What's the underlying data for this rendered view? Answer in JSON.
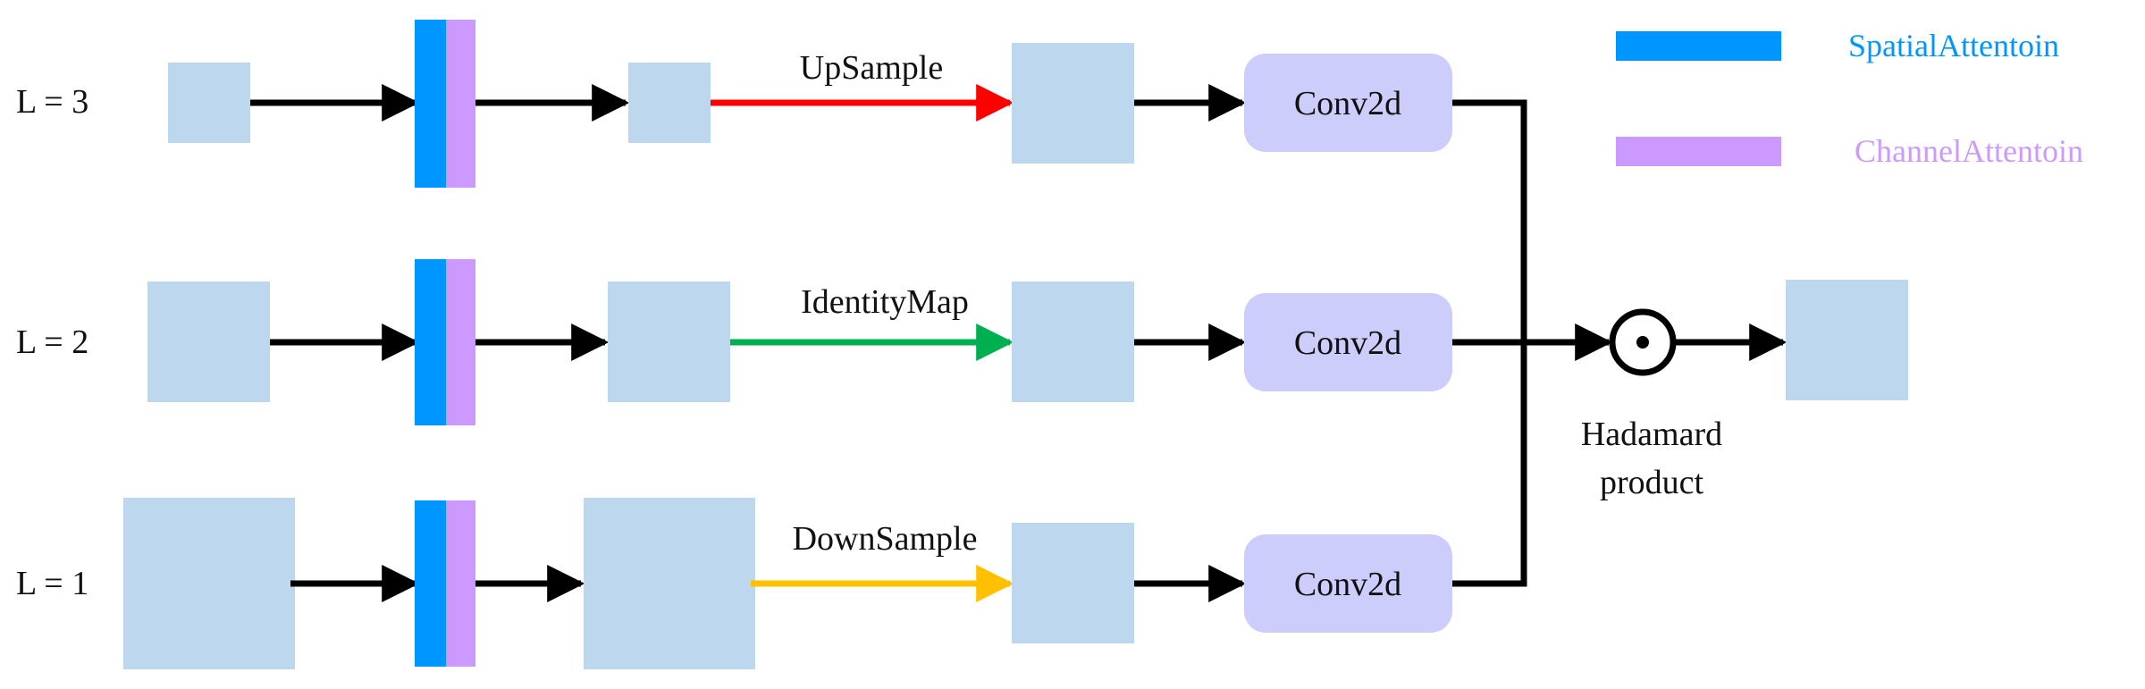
{
  "levels": [
    {
      "label": "L = 3",
      "transition": "UpSample",
      "transition_color": "#ff0000"
    },
    {
      "label": "L = 2",
      "transition": "IdentityMap",
      "transition_color": "#00b050"
    },
    {
      "label": "L = 1",
      "transition": "DownSample",
      "transition_color": "#ffc000"
    }
  ],
  "conv_label": "Conv2d",
  "merge": {
    "symbol": "⊙",
    "label_line1": "Hadamard",
    "label_line2": "product"
  },
  "legend": [
    {
      "label": "SpatialAttentoin",
      "color": "#0096ff"
    },
    {
      "label": "ChannelAttentoin",
      "color": "#cc99ff"
    }
  ],
  "colors": {
    "feature_block": "#bdd7ee",
    "conv_box": "#cccdfb",
    "spatial_attention": "#0096ff",
    "channel_attention": "#cc99ff",
    "arrow": "#000000"
  }
}
